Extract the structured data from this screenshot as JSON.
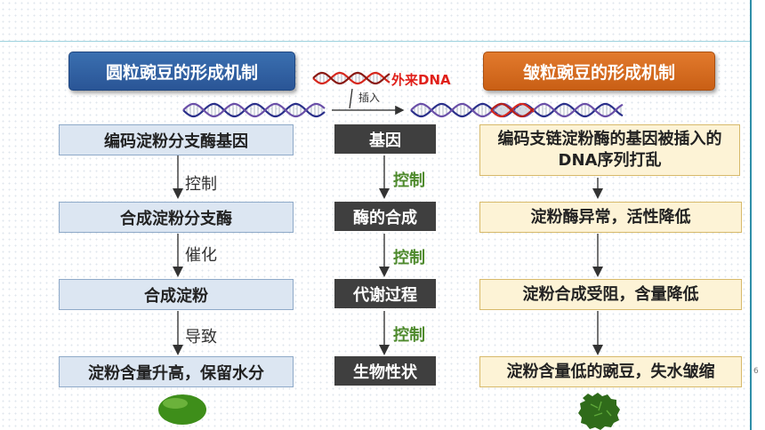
{
  "headers": {
    "left": "圆粒豌豆的形成机制",
    "right": "皱粒豌豆的形成机制"
  },
  "insert": {
    "foreign_dna_label": "外来DNA",
    "insert_label": "插入"
  },
  "left_chain": {
    "boxes": [
      "编码淀粉分支酶基因",
      "合成淀粉分支酶",
      "合成淀粉",
      "淀粉含量升高，保留水分"
    ],
    "arrow_labels": [
      "控制",
      "催化",
      "导致"
    ]
  },
  "middle_chain": {
    "boxes": [
      "基因",
      "酶的合成",
      "代谢过程",
      "生物性状"
    ],
    "arrow_labels": [
      "控制",
      "控制",
      "控制"
    ]
  },
  "right_chain": {
    "boxes": [
      "编码支链淀粉酶的基因被插入的DNA序列打乱",
      "淀粉酶异常，活性降低",
      "淀粉合成受阻，含量降低",
      "淀粉含量低的豌豆，失水皱缩"
    ]
  },
  "page_number": "6",
  "colors": {
    "left_header": "#2a5596",
    "right_header": "#c95f15",
    "control_text": "#4e8a2d",
    "foreign_dna": "#e0201a"
  }
}
